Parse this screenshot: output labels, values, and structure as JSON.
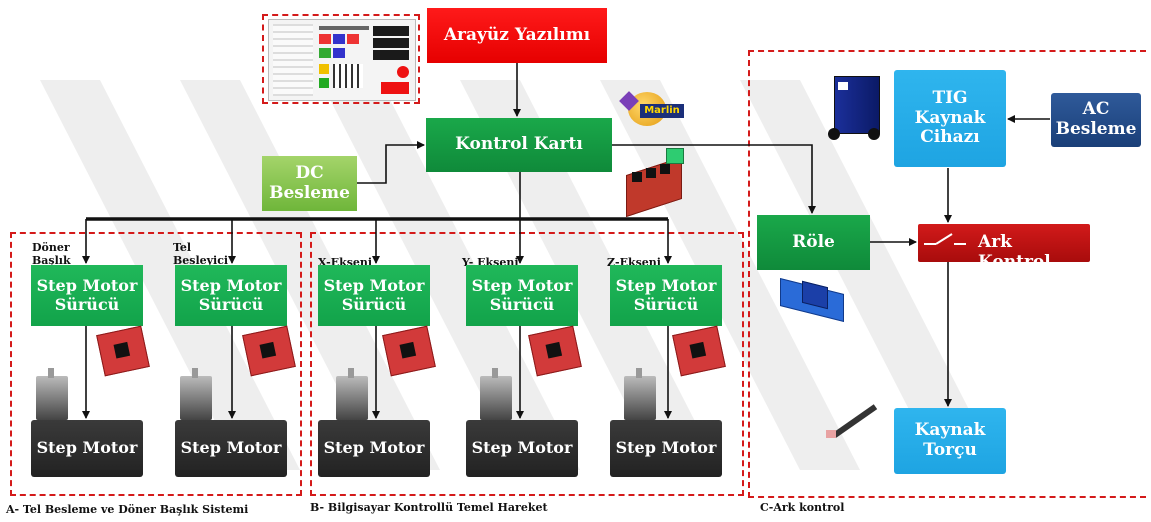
{
  "top": {
    "interface": "Arayüz Yazılımı",
    "control_board": "Kontrol Kartı",
    "dc_supply": "DC Besleme"
  },
  "sections": {
    "a": {
      "caption": "A- Tel Besleme ve Döner Başlık Sistemi",
      "labels": [
        "Döner Başlık",
        "Tel Besleyici"
      ]
    },
    "b": {
      "caption": "B- Bilgisayar Kontrollü Temel Hareket",
      "labels": [
        "X-Ekseni",
        "Y- Ekseni",
        "Z-Ekseni"
      ]
    },
    "c": {
      "caption": "C-Ark kontrol"
    }
  },
  "driver_label": "Step Motor Sürücü",
  "motor_label": "Step Motor",
  "arc": {
    "tig": "TIG Kaynak Cihazı",
    "ac": "AC Besleme",
    "relay": "Röle",
    "arc_control": "Ark Kontrol",
    "torch": "Kaynak Torçu"
  },
  "logo": "Marlin",
  "colors": {
    "dash": "#d41a1a",
    "red": "#e60000",
    "green": "#12a34a",
    "blue": "#1ea4e2",
    "navy": "#1a3f78"
  }
}
